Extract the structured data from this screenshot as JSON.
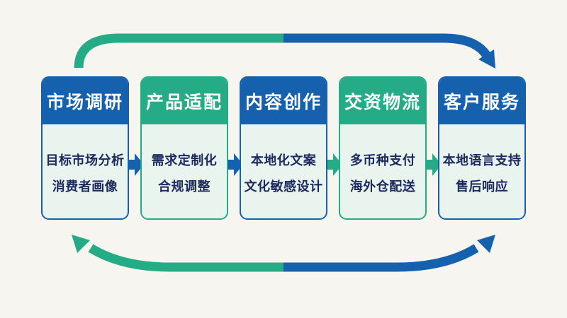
{
  "colors": {
    "blue": "#1561ae",
    "green": "#25ab86",
    "body_bg": "#eaf4ee",
    "body_text": "#1c2a60",
    "header_text": "#ffffff",
    "page_bg": "#f7f5f0"
  },
  "flow": {
    "stages": [
      {
        "title": "市场调研",
        "theme": "blue",
        "items": [
          "目标市场分析",
          "消费者画像"
        ]
      },
      {
        "title": "产品适配",
        "theme": "green",
        "items": [
          "需求定制化",
          "合规调整"
        ]
      },
      {
        "title": "内容创作",
        "theme": "blue",
        "items": [
          "本地化文案",
          "文化敏感设计"
        ]
      },
      {
        "title": "交资物流",
        "theme": "green",
        "items": [
          "多币种支付",
          "海外仓配送"
        ]
      },
      {
        "title": "客户服务",
        "theme": "blue",
        "items": [
          "本地语言支持",
          "售后响应"
        ]
      }
    ],
    "connector_colors": [
      "blue",
      "blue",
      "green",
      "green"
    ],
    "top_cycle_arrow": {
      "direction": "left-to-right",
      "left_color": "green",
      "right_color": "blue"
    },
    "bottom_cycle_arrow": {
      "direction": "double-headed",
      "left_color": "green",
      "right_color": "blue"
    }
  }
}
